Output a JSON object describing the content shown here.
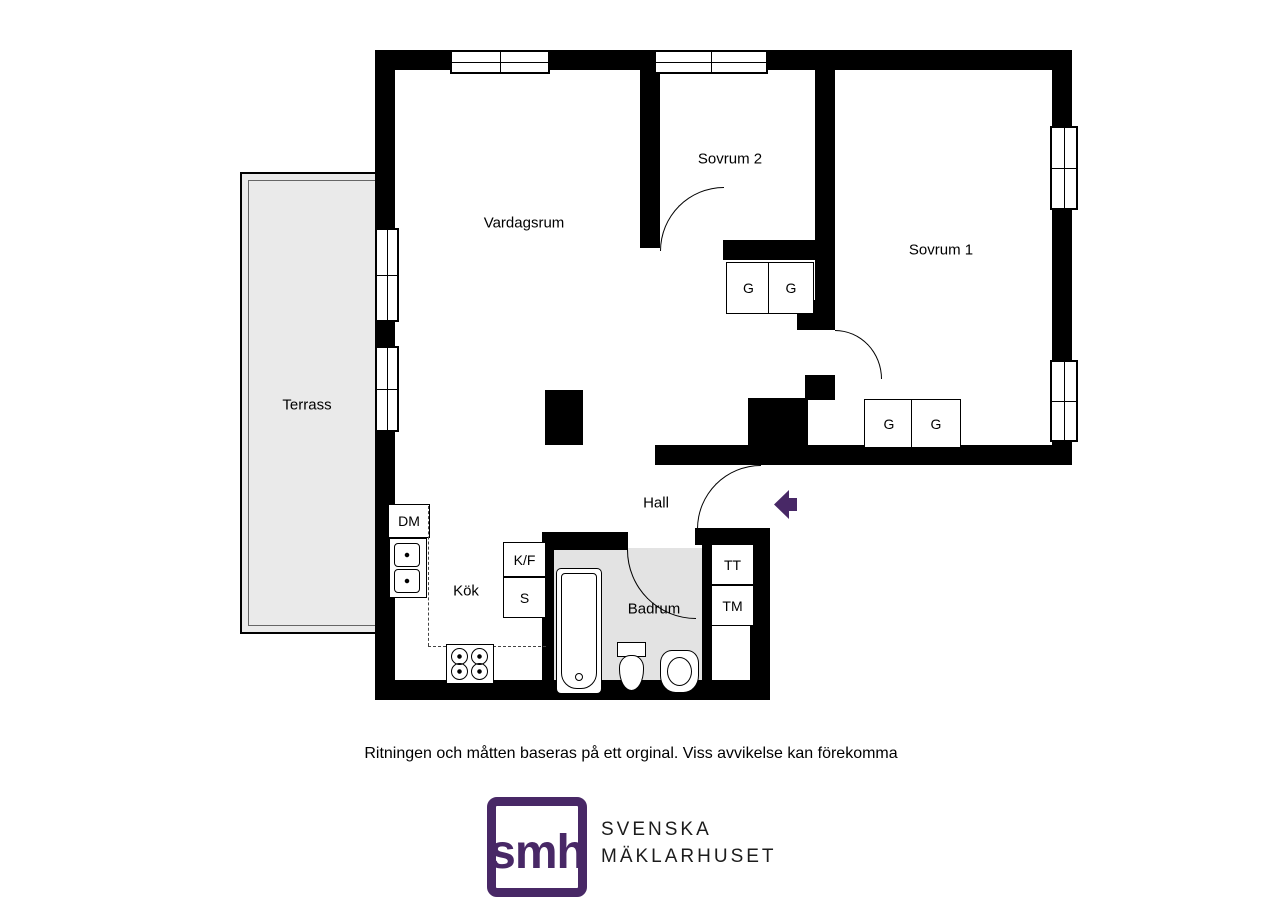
{
  "floorplan": {
    "room_labels": {
      "terrass": "Terrass",
      "vardagsrum": "Vardagsrum",
      "sovrum2": "Sovrum 2",
      "sovrum1": "Sovrum 1",
      "hall": "Hall",
      "kok": "Kök",
      "badrum": "Badrum"
    },
    "fixture_labels": {
      "dishwasher": "DM",
      "fridge_freezer": "K/F",
      "pantry": "S",
      "dryer": "TT",
      "washer": "TM",
      "wardrobe": "G"
    },
    "icons": {
      "entrance_arrow": "left-arrow"
    }
  },
  "disclaimer": "Ritningen och måtten baseras på ett orginal. Viss avvikelse kan förekomma",
  "logo": {
    "monogram": "smh",
    "name_line1": "SVENSKA",
    "name_line2": "MÄKLARHUSET"
  },
  "colors": {
    "accent_purple": "#482866",
    "wall_black": "#000000",
    "terrace_fill": "#eaeaea",
    "bathroom_fill": "#e3e3e3"
  }
}
